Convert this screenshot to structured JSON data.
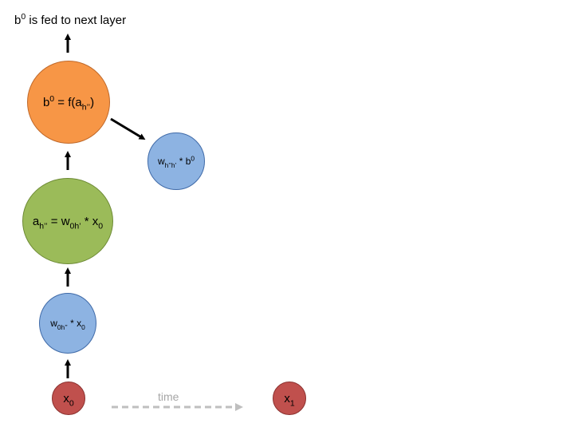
{
  "caption": {
    "b": "b",
    "sup": "0",
    "rest": " is fed to next layer"
  },
  "orange_node": {
    "b": "b",
    "sup": "0",
    "eq": " = f(a",
    "sub": "h’’",
    "close": ")"
  },
  "green_node": {
    "a": "a",
    "a_sub": "h’’",
    "eq": " = w",
    "w_sub": "0h’",
    "mul": " * x",
    "x_sub": "0"
  },
  "blue_bottom": {
    "w": "w",
    "w_sub": "0h’’",
    "mul": " * x",
    "x_sub": "0"
  },
  "blue_right": {
    "w": "w",
    "w_sub": "h’’h’",
    "mul": " * b",
    "b_sup": "0"
  },
  "input_x0": {
    "x": "x",
    "sub": "0"
  },
  "input_x1": {
    "x": "x",
    "sub": "1"
  },
  "time_label": "time",
  "colors": {
    "orange": "#f79646",
    "green": "#9bbb59",
    "blue": "#8db3e2",
    "red": "#c0504d",
    "arrow": "#000000",
    "time_arrow": "#bfbfbf"
  }
}
